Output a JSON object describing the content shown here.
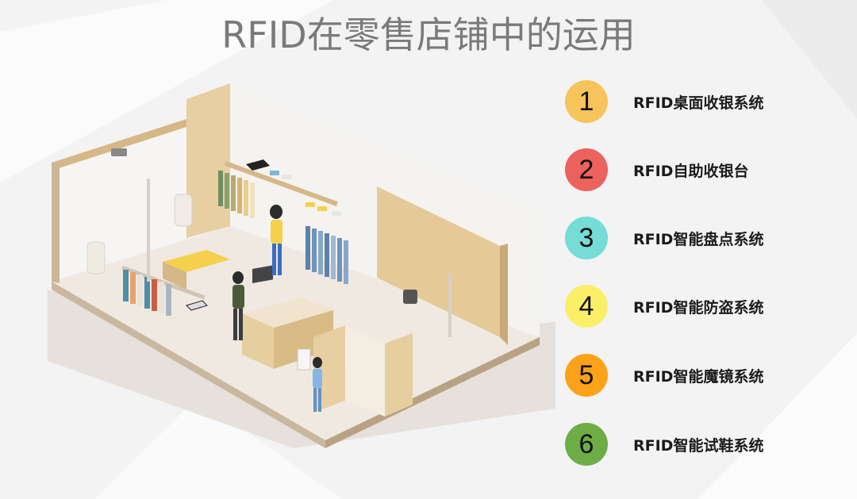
{
  "title": "RFID在零售店铺中的运用",
  "features": [
    {
      "number": "1",
      "label": "RFID桌面收银系统",
      "color": "#F7C45B"
    },
    {
      "number": "2",
      "label": "RFID自助收银台",
      "color": "#EC625C"
    },
    {
      "number": "3",
      "label": "RFID智能盘点系统",
      "color": "#76DCD6"
    },
    {
      "number": "4",
      "label": "RFID智能防盗系统",
      "color": "#FBEF67"
    },
    {
      "number": "5",
      "label": "RFID智能魔镜系统",
      "color": "#FBA219"
    },
    {
      "number": "6",
      "label": "RFID智能试鞋系统",
      "color": "#6DAD45"
    }
  ]
}
